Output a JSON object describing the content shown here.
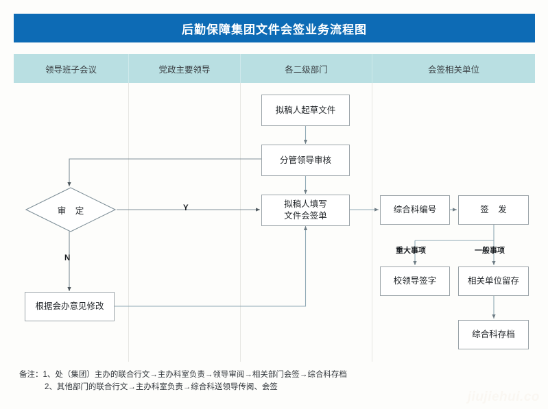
{
  "document": {
    "title": "后勤保障集团文件会签业务流程图",
    "banner_color": "#0d6bb5",
    "lane_header_color": "#b9dfe2",
    "canvas_color": "#fdfdfb",
    "node_border_color": "#9aa3a8",
    "connector_color": "#8fa9b5"
  },
  "lanes": [
    {
      "label": "领导班子会议"
    },
    {
      "label": "党政主要领导"
    },
    {
      "label": "各二级部门"
    },
    {
      "label": "会签相关单位"
    }
  ],
  "nodes": {
    "draft": "拟稿人起草文件",
    "review": "分管领导审核",
    "decision": "审 定",
    "fill_form_line1": "拟稿人填写",
    "fill_form_line2": "文件会签单",
    "revise": "根据会办意见修改",
    "numbering": "综合科编号",
    "issue": "签 发",
    "leader_sign": "校领导签字",
    "unit_keep": "相关单位留存",
    "archive": "综合科存档"
  },
  "edge_labels": {
    "yes": "Y",
    "no": "N",
    "major": "重大事项",
    "general": "一般事项"
  },
  "footer": {
    "label": "备注：",
    "note_1": "1、处（集团）主办的联合行文→主办科室负责→领导审阅→相关部门会签→综合科存档",
    "note_2": "2、其他部门的联合行文→主办科室负责→综合科送领导传阅、会签"
  },
  "watermark": {
    "text": "jiujiehui.co"
  }
}
